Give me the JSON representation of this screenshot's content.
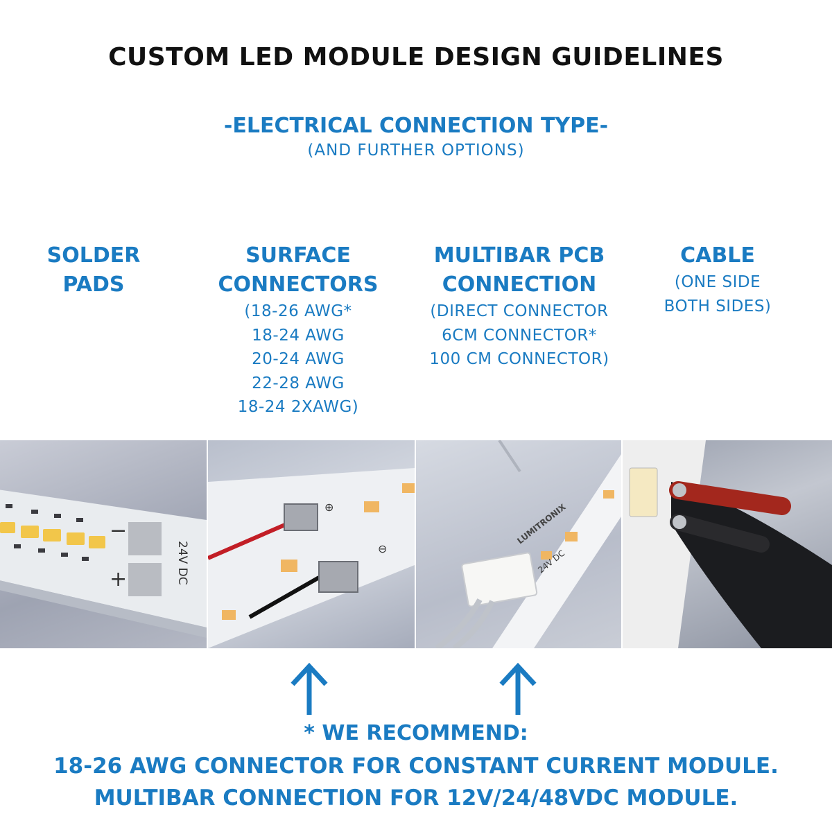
{
  "title": "CUSTOM LED MODULE DESIGN GUIDELINES",
  "subtitle": "-ELECTRICAL CONNECTION TYPE-",
  "subnote": "(AND FURTHER OPTIONS)",
  "columns": [
    {
      "heading": [
        "SOLDER",
        "PADS"
      ],
      "options": []
    },
    {
      "heading": [
        "SURFACE",
        "CONNECTORS"
      ],
      "options": [
        "(18-26 AWG*",
        "18-24 AWG",
        "20-24 AWG",
        "22-28 AWG",
        "18-24 2XAWG)"
      ]
    },
    {
      "heading": [
        "MULTIBAR PCB",
        "CONNECTION"
      ],
      "options": [
        "(DIRECT CONNECTOR",
        "6CM CONNECTOR*",
        "100 CM CONNECTOR)"
      ]
    },
    {
      "heading": [
        "CABLE"
      ],
      "options": [
        "(ONE SIDE",
        "BOTH SIDES)"
      ]
    }
  ],
  "photos": {
    "solder_pads": {
      "minus": "−",
      "plus": "+",
      "voltage": "24V DC"
    },
    "surface_connectors": {
      "minus": "⊖",
      "plus": "⊕"
    },
    "multibar": {
      "voltage": "24V DC",
      "brand": "LUMITRONIX"
    }
  },
  "recommendation": {
    "heading": "* WE RECOMMEND:",
    "line1": "18-26 AWG CONNECTOR FOR CONSTANT CURRENT MODULE.",
    "line2": "MULTIBAR CONNECTION FOR 12V/24/48VDC MODULE."
  },
  "colors": {
    "accent": "#1a7bc2",
    "title": "#111111"
  }
}
